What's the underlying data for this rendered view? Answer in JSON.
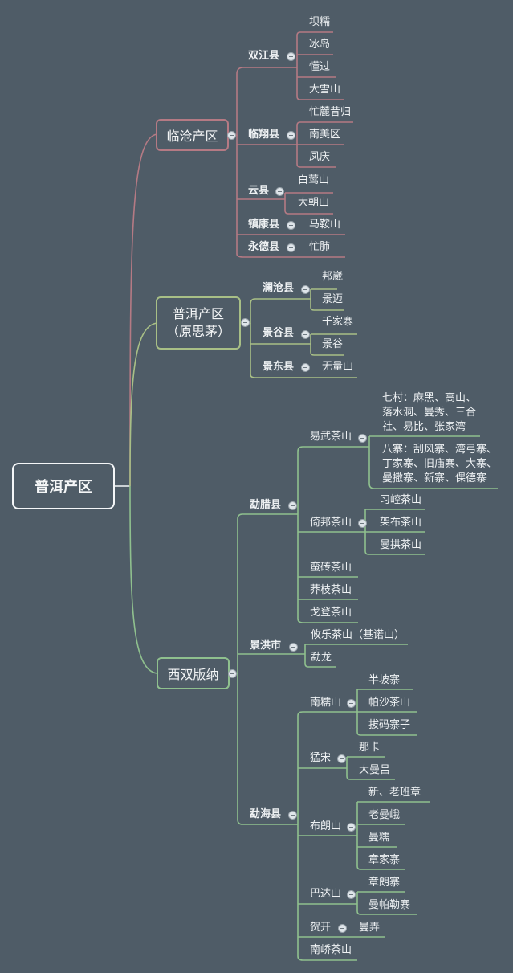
{
  "root": {
    "label": "普洱产区"
  },
  "colors": {
    "background": "#4f5c67",
    "root_border": "#f4f6f8",
    "lincang_branch": "#b57a84",
    "puer_branch": "#a8bf86",
    "xishuangbanna_branch": "#8fc08e",
    "text": "#eef1f3"
  },
  "regions": [
    {
      "label": "临沧产区",
      "counties": [
        {
          "label": "双江县",
          "items": [
            "坝糯",
            "冰岛",
            "懂过",
            "大雪山"
          ]
        },
        {
          "label": "临翔县",
          "items": [
            "忙麓昔归",
            "南美区",
            "凤庆"
          ]
        },
        {
          "label": "云县",
          "items": [
            "白莺山",
            "大朝山"
          ]
        },
        {
          "label": "镇康县",
          "items": [
            "马鞍山"
          ]
        },
        {
          "label": "永德县",
          "items": [
            "忙肺"
          ]
        }
      ]
    },
    {
      "label": "普洱产区",
      "sublabel": "（原思茅）",
      "counties": [
        {
          "label": "澜沧县",
          "items": [
            "邦崴",
            "景迈"
          ]
        },
        {
          "label": "景谷县",
          "items": [
            "千家寨",
            "景谷"
          ]
        },
        {
          "label": "景东县",
          "items": [
            "无量山"
          ]
        }
      ]
    },
    {
      "label": "西双版纳",
      "counties": [
        {
          "label": "勐腊县",
          "mountains": [
            {
              "label": "易武茶山",
              "items": [
                "七村：麻黑、高山、落水洞、曼秀、三合社、易比、张家湾",
                "八寨：刮风寨、湾弓寨、丁家寨、旧庙寨、大寨、曼撒寨、新寨、倮德寨"
              ],
              "items_lines": [
                [
                  "七村：麻黑、高山、",
                  "落水洞、曼秀、三合",
                  "社、易比、张家湾"
                ],
                [
                  "八寨：刮风寨、湾弓寨、",
                  "丁家寨、旧庙寨、大寨、",
                  "曼撒寨、新寨、倮德寨"
                ]
              ]
            },
            {
              "label": "倚邦茶山",
              "items": [
                "习崆茶山",
                "架布茶山",
                "曼拱茶山"
              ]
            },
            {
              "label": "蛮砖茶山"
            },
            {
              "label": "莽枝茶山"
            },
            {
              "label": "戈登茶山"
            }
          ]
        },
        {
          "label": "景洪市",
          "items": [
            "攸乐茶山（基诺山）",
            "勐龙"
          ]
        },
        {
          "label": "勐海县",
          "mountains": [
            {
              "label": "南糯山",
              "items": [
                "半坡寨",
                "帕沙茶山",
                "拔码寨子"
              ]
            },
            {
              "label": "猛宋",
              "items": [
                "那卡",
                "大曼吕"
              ]
            },
            {
              "label": "布朗山",
              "items": [
                "新、老班章",
                "老曼峨",
                "曼糯",
                "章家寨"
              ]
            },
            {
              "label": "巴达山",
              "items": [
                "章朗寨",
                "曼帕勒寨"
              ]
            },
            {
              "label": "贺开",
              "items": [
                "曼弄"
              ]
            },
            {
              "label": "南峤茶山"
            }
          ]
        }
      ]
    }
  ]
}
